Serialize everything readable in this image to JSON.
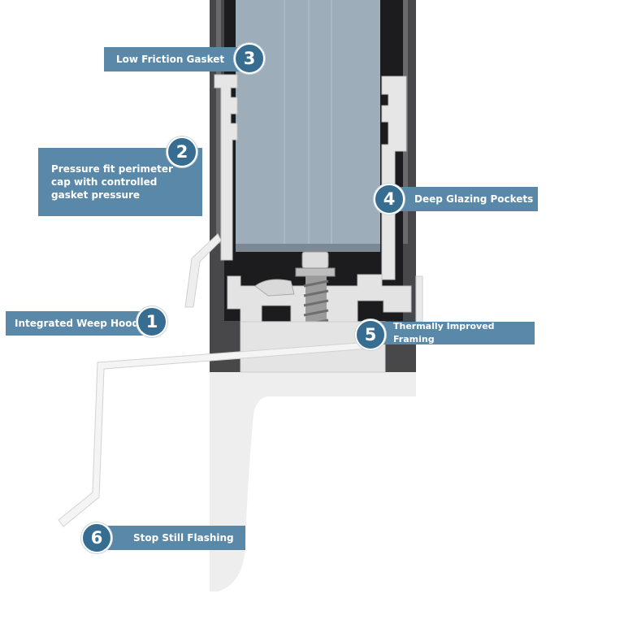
{
  "colors": {
    "label_box": "#5a88a8",
    "number_badge": "#366d90",
    "glass": "#9dadb9",
    "aluminum": "#e6e6e6",
    "frame_dark": "#3a3a3c"
  },
  "callouts": [
    {
      "number": "3",
      "label": "Low Friction Gasket"
    },
    {
      "number": "2",
      "label": "Pressure fit perimeter cap with controlled gasket pressure"
    },
    {
      "number": "4",
      "label": "Deep Glazing Pockets"
    },
    {
      "number": "1",
      "label": "Integrated Weep Hood"
    },
    {
      "number": "5",
      "label": "Thermally Improved Framing"
    },
    {
      "number": "6",
      "label": "Stop Still Flashing"
    }
  ]
}
